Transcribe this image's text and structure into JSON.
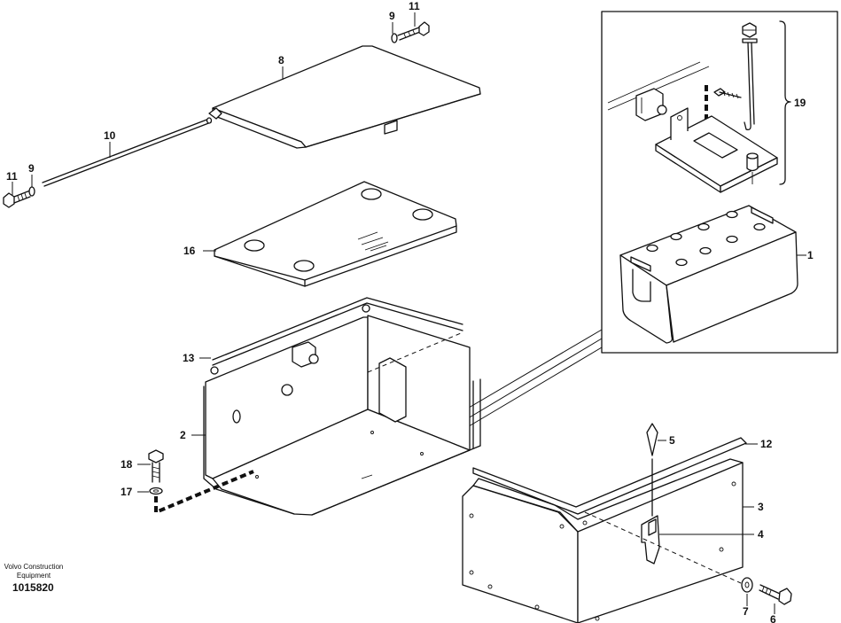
{
  "callouts": {
    "c1": "1",
    "c2": "2",
    "c3": "3",
    "c4": "4",
    "c5": "5",
    "c6": "6",
    "c7": "7",
    "c8": "8",
    "c9a": "9",
    "c9b": "9",
    "c10": "10",
    "c11a": "11",
    "c11b": "11",
    "c12": "12",
    "c13": "13",
    "c16": "16",
    "c17": "17",
    "c18": "18",
    "c19": "19"
  },
  "brand": {
    "line1": "Volvo Construction",
    "line2": "Equipment"
  },
  "drawing_number": "1015820",
  "colors": {
    "line": "#111111",
    "background": "#ffffff"
  }
}
